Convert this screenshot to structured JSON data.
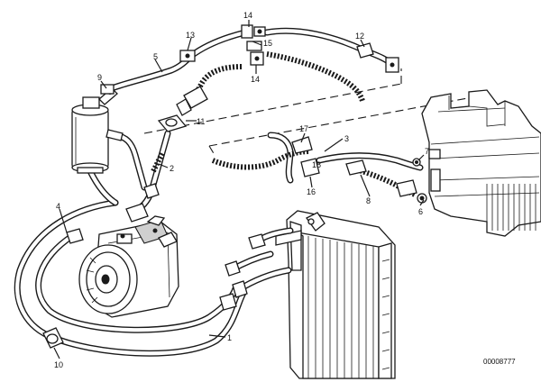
{
  "diagram": {
    "reference_number": "00008777",
    "callouts": {
      "c1": "1",
      "c2": "2",
      "c3": "3",
      "c4": "4",
      "c5": "5",
      "c6": "6",
      "c7": "7",
      "c8": "8",
      "c9": "9",
      "c10": "10",
      "c11": "11",
      "c12": "12",
      "c13": "13",
      "c14a": "14",
      "c14b": "14",
      "c15": "15",
      "c16": "16",
      "c17": "17",
      "c18": "18"
    }
  }
}
